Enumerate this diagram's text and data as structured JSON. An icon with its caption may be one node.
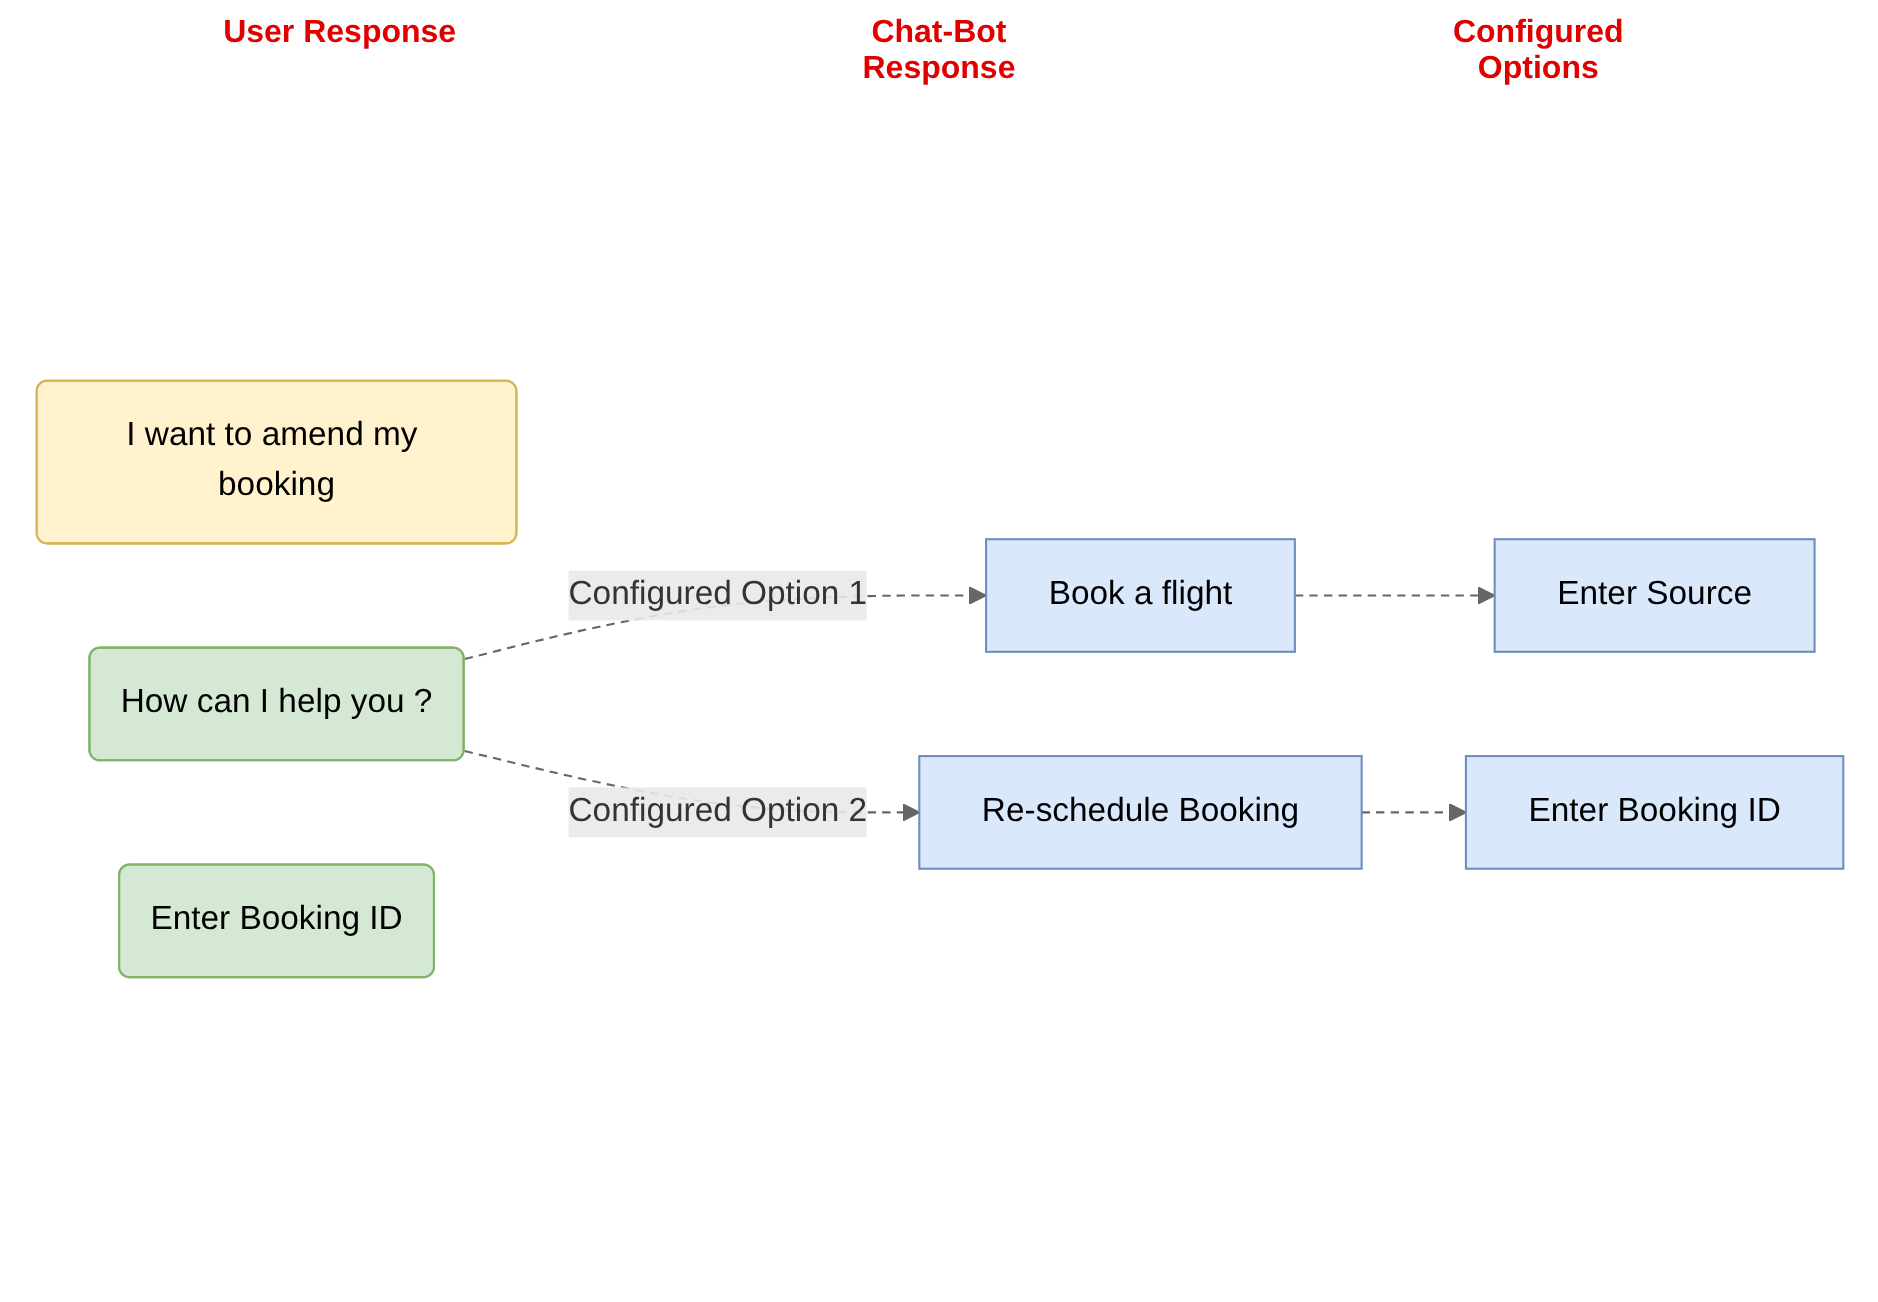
{
  "diagram": {
    "nodes": [
      {
        "text": [
          "I want to amend my booking"
        ]
      },
      {
        "text": [
          "How can I help you ?"
        ]
      },
      {
        "text": [
          "Enter Booking ID"
        ]
      },
      {
        "text": [
          "Book a flight"
        ]
      },
      {
        "text": [
          "Enter Source"
        ]
      },
      {
        "text": [
          "Re-schedule Booking"
        ]
      },
      {
        "text": [
          "Enter Booking ID"
        ]
      }
    ],
    "edges": [
      {
        "from": 1,
        "to": 3,
        "arrow": "to",
        "label": "Configured Option 1",
        "style": "dashed"
      },
      {
        "from": 3,
        "to": 4,
        "arrow": "to",
        "style": "dashed"
      },
      {
        "from": 1,
        "to": 5,
        "arrow": "to",
        "label": "Configured Option 2",
        "style": "dashed"
      },
      {
        "from": 5,
        "to": 6,
        "arrow": "to",
        "style": "dashed"
      }
    ],
    "labels": [
      "User Response",
      "Chat-Bot Response",
      "Configured Options"
    ]
  }
}
